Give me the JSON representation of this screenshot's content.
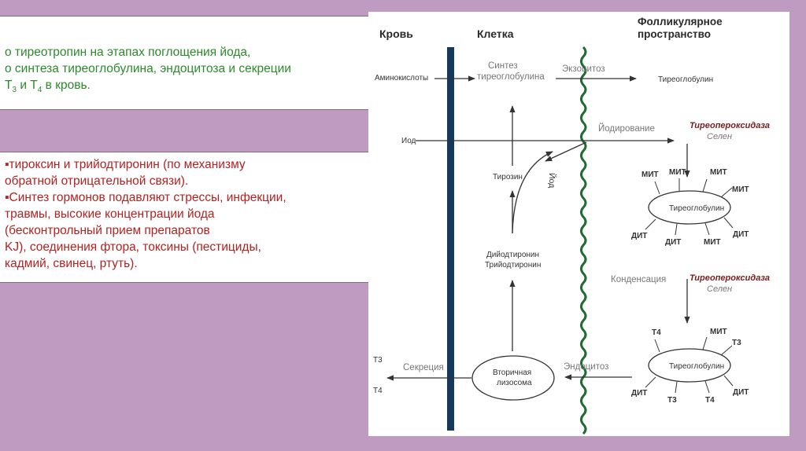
{
  "slide": {
    "green_lines": [
      "o тиреотропин на этапах поглощения йода,",
      "o синтеза тиреоглобулина, эндоцитоза и секреции"
    ],
    "green_line3": {
      "t": "Т",
      "sub3": "3",
      "mid": " и Т",
      "sub4": "4",
      "end": " в кровь."
    },
    "red_lines": [
      "▪тироксин и трийодтиронин (по механизму",
      "обратной отрицательной связи).",
      "▪Синтез гормонов подавляют стрессы, инфекции,",
      "травмы, высокие концентрации йода",
      "(бесконтрольный прием препаратов",
      "KJ), соединения фтора, токсины (пестициды,",
      "кадмий, свинец, ртуть)."
    ]
  },
  "diagram": {
    "headers": {
      "blood": "Кровь",
      "cell": "Клетка",
      "follicle_1": "Фолликулярное",
      "follicle_2": "пространство"
    },
    "left": {
      "amino": "Аминокислоты",
      "iodine": "Иод",
      "t3": "Т3",
      "t4": "Т4"
    },
    "cell": {
      "synth_1": "Синтез",
      "synth_2": "тиреоглобулина",
      "tyrosine": "Тирозин",
      "iod": "Йод",
      "diiod": "Дийодтиронин",
      "triiod": "Трийодтиронин",
      "secretion": "Секреция",
      "lyso_1": "Вторичная",
      "lyso_2": "лизосома",
      "exocytosis": "Экзоцитоз",
      "iodination": "Йодирование",
      "condensation": "Конденсация",
      "endocytosis": "Эндоцитоз"
    },
    "follicle": {
      "thyroglobulin": "Тиреоглобулин",
      "tpo": "Тиреопероксидаза",
      "selen": "Селен",
      "mit": "МИТ",
      "dit": "ДИТ",
      "t3": "Т3",
      "t4": "Т4"
    },
    "colors": {
      "membrane": "#15395c",
      "wave": "#1f6b32",
      "tpo": "#7a1d1d",
      "selen": "#777777"
    }
  }
}
